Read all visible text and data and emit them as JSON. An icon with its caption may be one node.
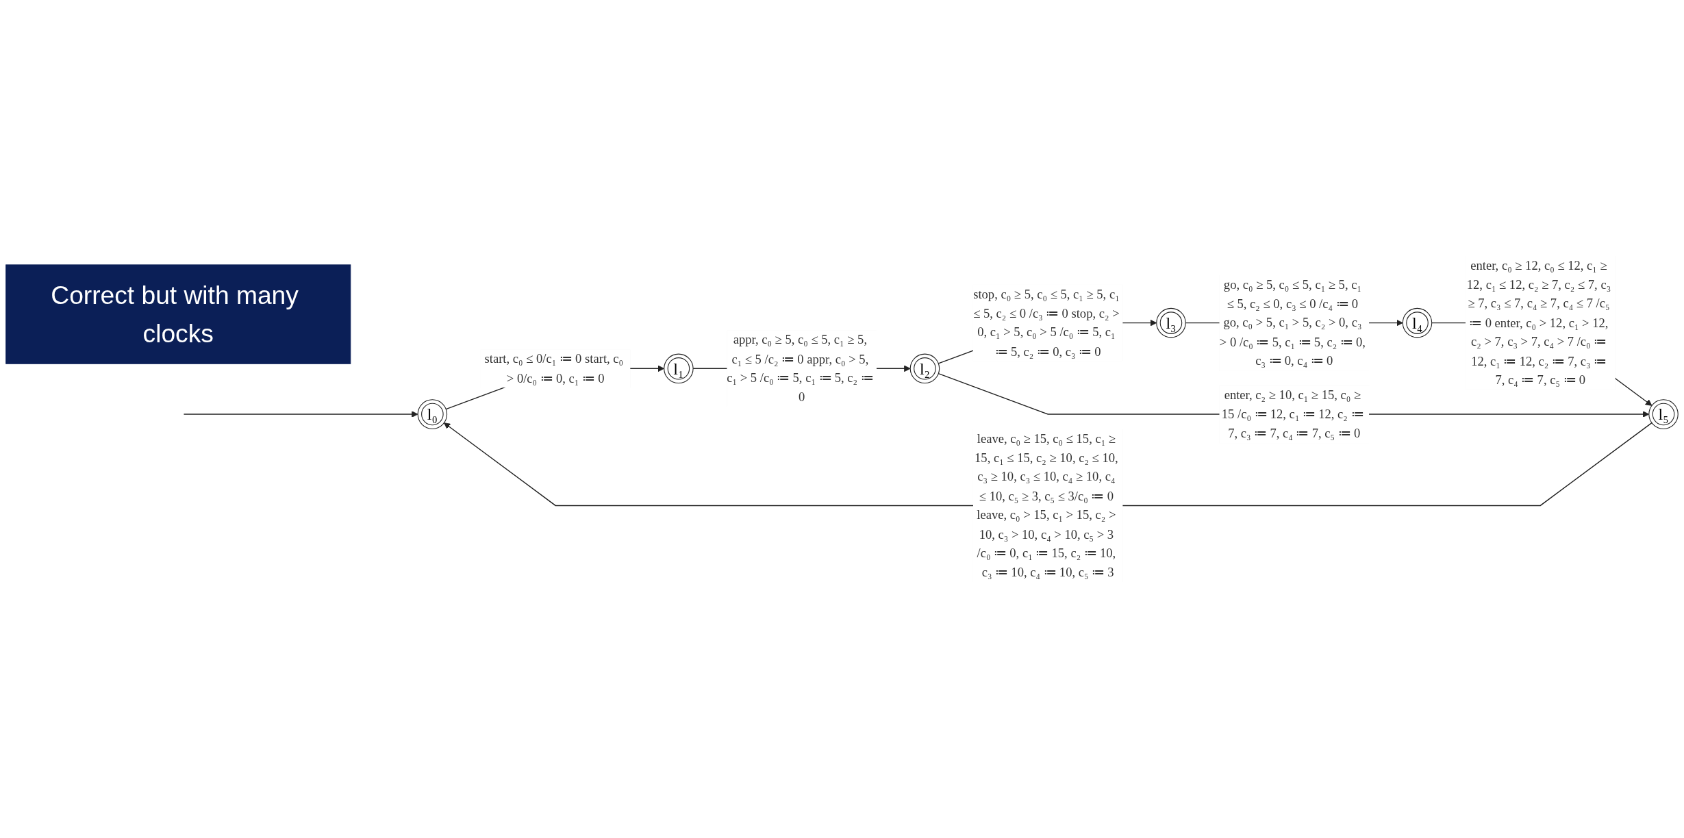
{
  "diagram": {
    "nodes": [
      {
        "text": [
          "Correct but with many clocks"
        ]
      },
      {
        "text": [
          "l₀"
        ]
      },
      {
        "text": [
          "l₁"
        ]
      },
      {
        "text": [
          "l₂"
        ]
      },
      {
        "text": [
          "l₃"
        ]
      },
      {
        "text": [
          "l₄"
        ]
      },
      {
        "text": [
          "l₅"
        ]
      }
    ],
    "edges": [
      {
        "from": null,
        "to": 1,
        "arrow": "to"
      },
      {
        "from": 1,
        "to": 2,
        "arrow": "to",
        "label": "start, c₀ ≤ 0/c₁ ≔ 0 start, c₀ > 0/c₀ ≔ 0, c₁ ≔ 0"
      },
      {
        "from": 2,
        "to": 3,
        "arrow": "to",
        "label": "appr, c₀ ≥ 5, c₀ ≤ 5, c₁ ≥ 5, c₁ ≤ 5 /c₂ ≔ 0 appr, c₀ > 5, c₁ > 5 /c₀ ≔ 5, c₁ ≔ 5, c₂ ≔ 0"
      },
      {
        "from": 3,
        "to": 4,
        "arrow": "to",
        "label": "stop, c₀ ≥ 5, c₀ ≤ 5, c₁ ≥ 5, c₁ ≤ 5, c₂ ≤ 0 /c₃ ≔ 0 stop, c₂ > 0, c₁ > 5, c₀ > 5 /c₀ ≔ 5, c₁ ≔ 5, c₂ ≔ 0, c₃ ≔ 0"
      },
      {
        "from": 4,
        "to": 5,
        "arrow": "to",
        "label": "go, c₀ ≥ 5, c₀ ≤ 5, c₁ ≥ 5, c₁ ≤ 5, c₂ ≤ 0, c₃ ≤ 0 /c₄ ≔ 0 go, c₀ > 5, c₁ > 5, c₂ > 0, c₃ > 0 /c₀ ≔ 5, c₁ ≔ 5, c₂ ≔ 0, c₃ ≔ 0, c₄ ≔ 0"
      },
      {
        "from": 5,
        "to": 6,
        "arrow": "to",
        "label": "enter, c₀ ≥ 12, c₀ ≤ 12, c₁ ≥ 12, c₁ ≤ 12, c₂ ≥ 7, c₂ ≤ 7, c₃ ≥ 7, c₃ ≤ 7, c₄ ≥ 7, c₄ ≤ 7 /c₅ ≔ 0 enter, c₀ > 12, c₁ > 12, c₂ > 7, c₃ > 7, c₄ > 7 /c₀ ≔ 12, c₁ ≔ 12, c₂ ≔ 7, c₃ ≔ 7, c₄ ≔ 7, c₅ ≔ 0"
      },
      {
        "from": 3,
        "to": 6,
        "arrow": "to",
        "label": "enter, c₂ ≥ 10, c₁ ≥ 15, c₀ ≥ 15 /c₀ ≔ 12, c₁ ≔ 12, c₂ ≔ 7, c₃ ≔ 7, c₄ ≔ 7, c₅ ≔ 0"
      },
      {
        "from": 6,
        "to": 1,
        "arrow": "to",
        "label": "leave, c₀ ≥ 15, c₀ ≤ 15, c₁ ≥ 15, c₁ ≤ 15, c₂ ≥ 10, c₂ ≤ 10, c₃ ≥ 10, c₃ ≤ 10, c₄ ≥ 10, c₄ ≤ 10, c₅ ≥ 3, c₅ ≤ 3/c₀ ≔ 0 leave, c₀ > 15, c₁ > 15, c₂ > 10, c₃ > 10, c₄ > 10, c₅ > 3 /c₀ ≔ 0, c₁ ≔ 15, c₂ ≔ 10, c₃ ≔ 10, c₄ ≔ 10, c₅ ≔ 3"
      }
    ]
  }
}
